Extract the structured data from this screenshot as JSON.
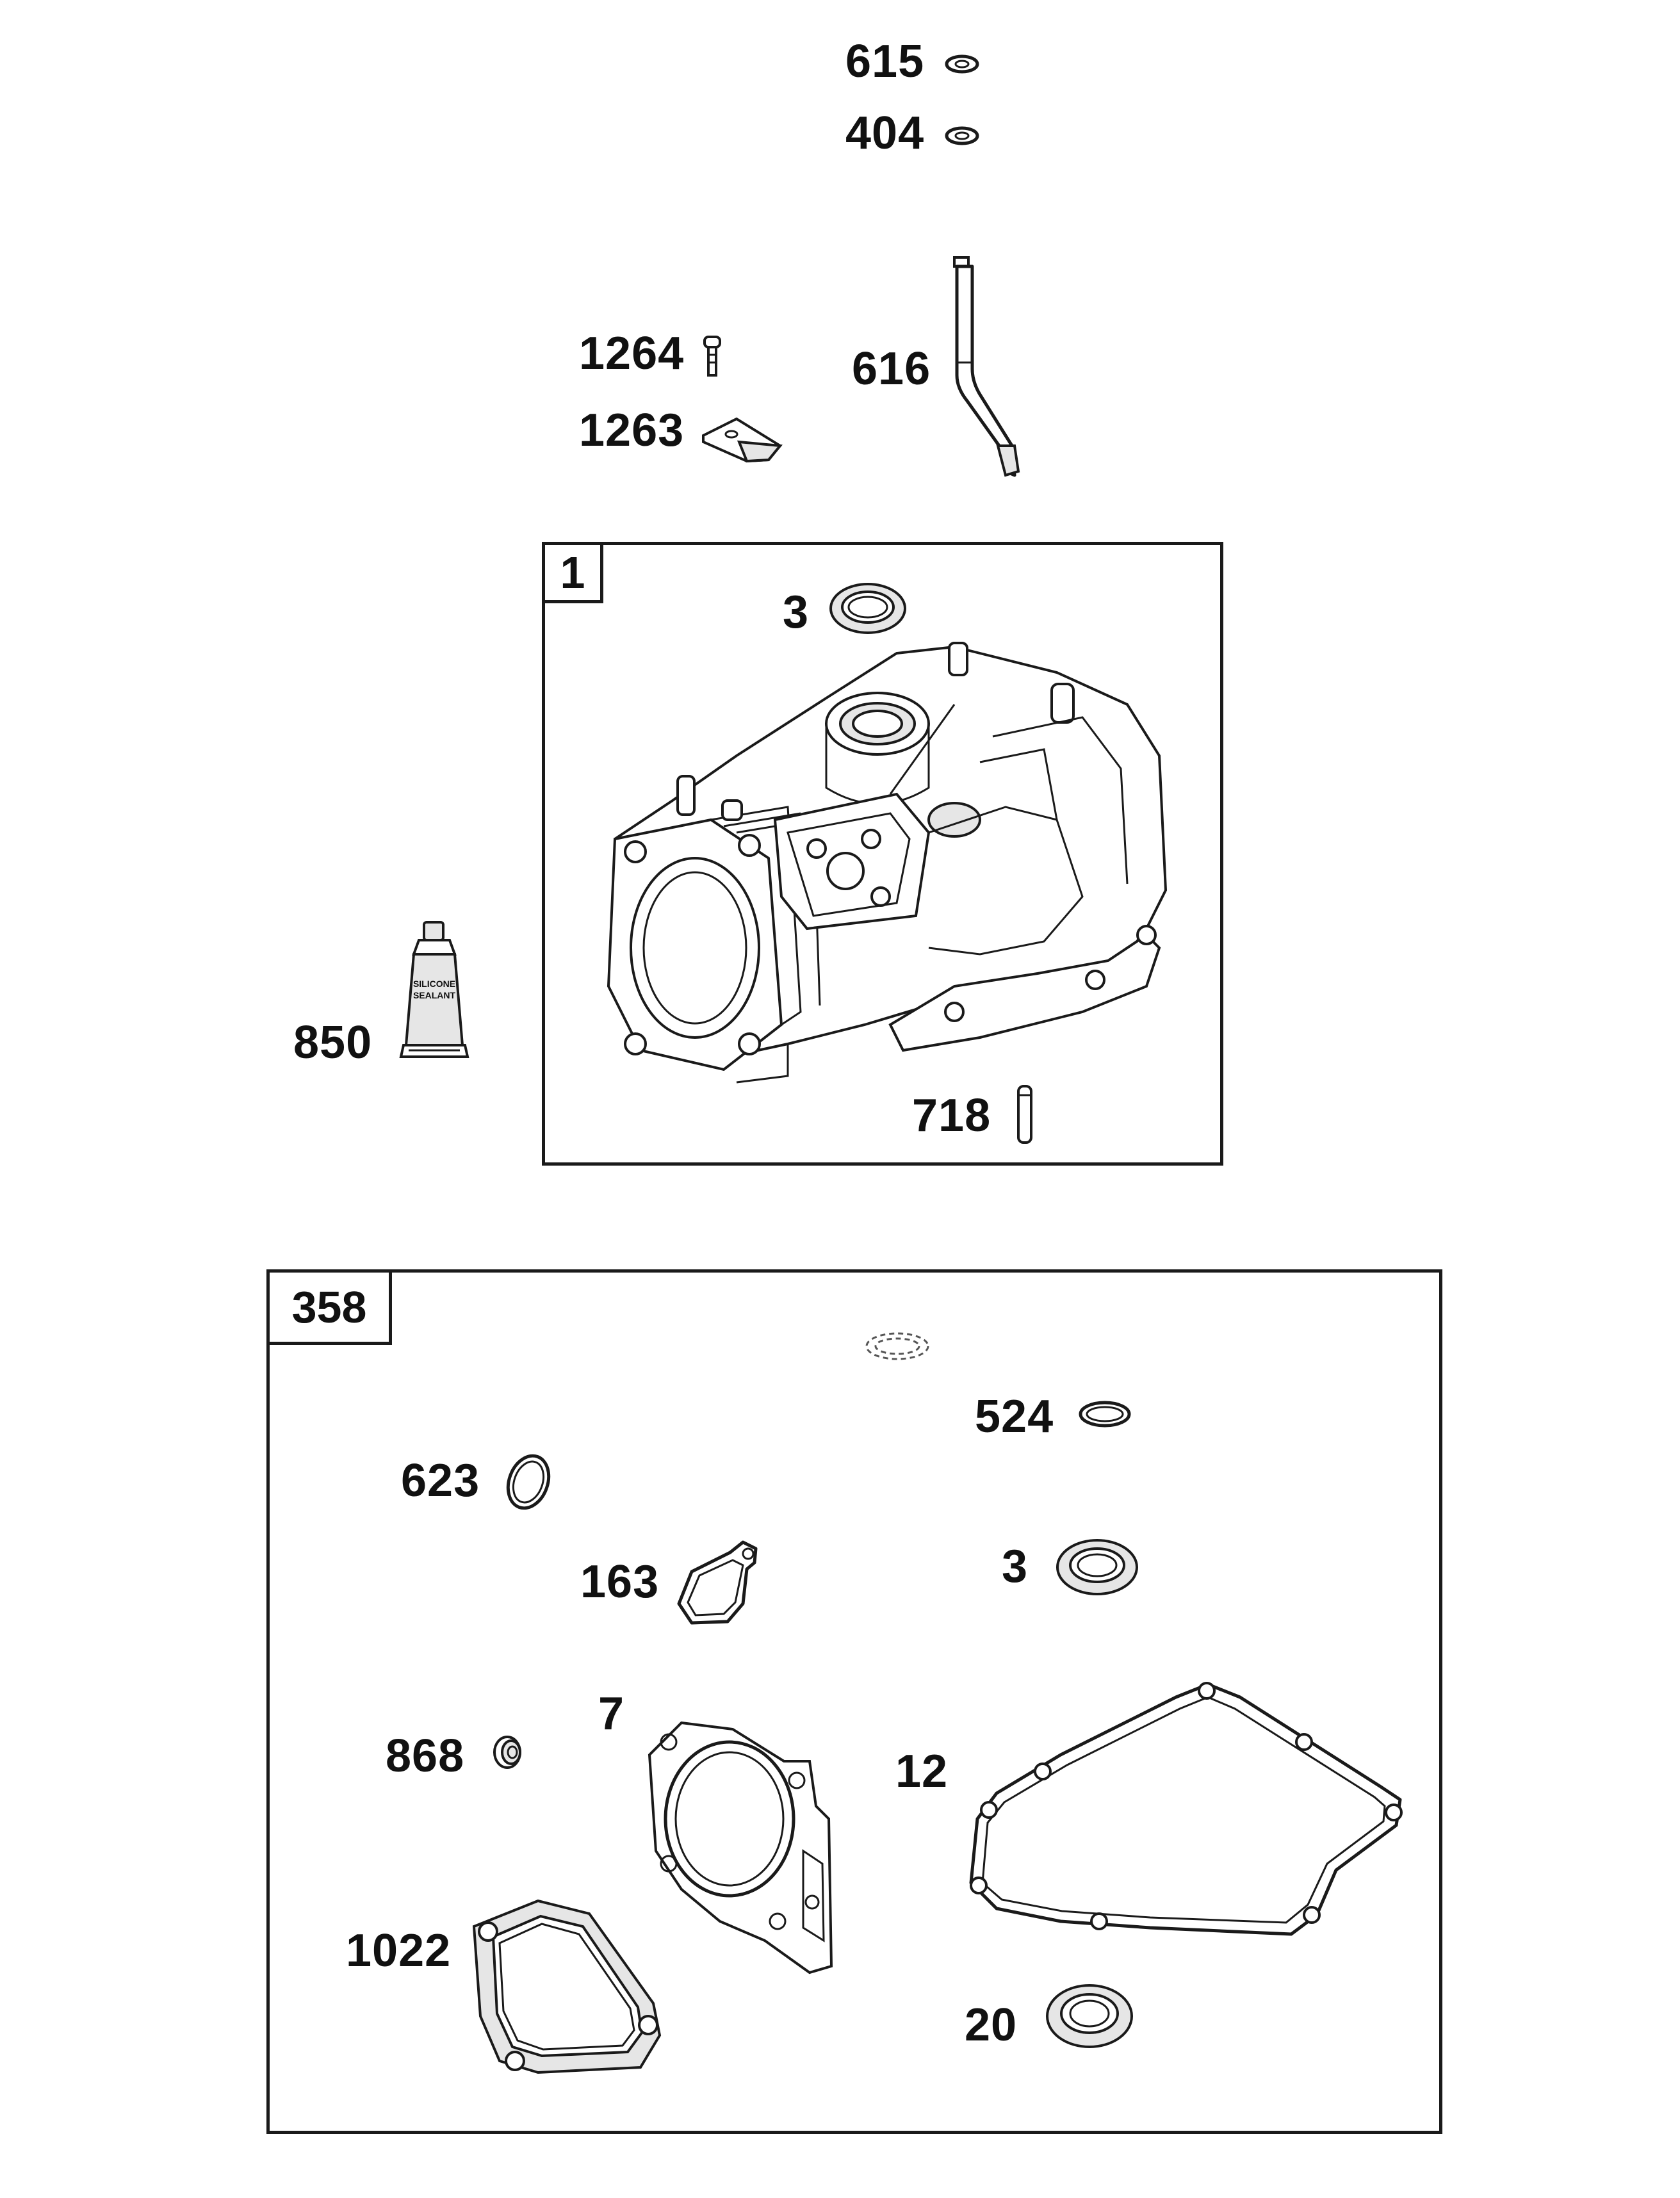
{
  "assembly_box": {
    "number": "1"
  },
  "gasket_set_box": {
    "number": "358"
  },
  "callouts": {
    "c615": "615",
    "c404": "404",
    "c1264": "1264",
    "c616": "616",
    "c1263": "1263",
    "c3_top": "3",
    "c850": "850",
    "c718": "718",
    "c524": "524",
    "c623": "623",
    "c163": "163",
    "c3_bottom": "3",
    "c7": "7",
    "c868": "868",
    "c12": "12",
    "c1022": "1022",
    "c20": "20"
  },
  "sealant_tube": {
    "line1": "SILICONE",
    "line2": "SEALANT"
  }
}
